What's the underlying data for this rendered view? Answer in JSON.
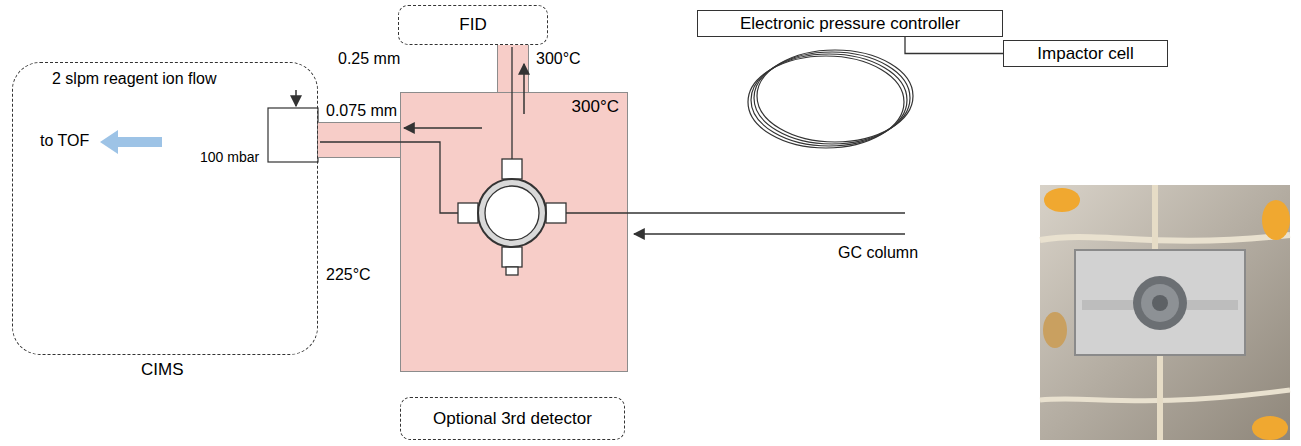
{
  "diagram": {
    "nodes": [
      {
        "text": [
          "FID"
        ]
      },
      {
        "text": [
          "Electronic pressure controller"
        ]
      },
      {
        "text": [
          "Impactor cell"
        ]
      },
      {
        "text": [
          "CIMS"
        ]
      },
      {
        "text": [
          "300°C"
        ]
      },
      {
        "text": [
          "Optional 3rd detector"
        ]
      }
    ],
    "edges": [
      {
        "from": 4,
        "to": 0,
        "arrow": "none"
      },
      {
        "from": 4,
        "to": 3,
        "arrow": "none"
      },
      {
        "from": 1,
        "to": 2,
        "arrow": "none"
      }
    ],
    "labels": [
      "0.25 mm",
      "300°C",
      "0.075 mm",
      "2 slpm reagent ion flow",
      "to TOF",
      "100 mbar",
      "225°C",
      "GC column"
    ]
  }
}
